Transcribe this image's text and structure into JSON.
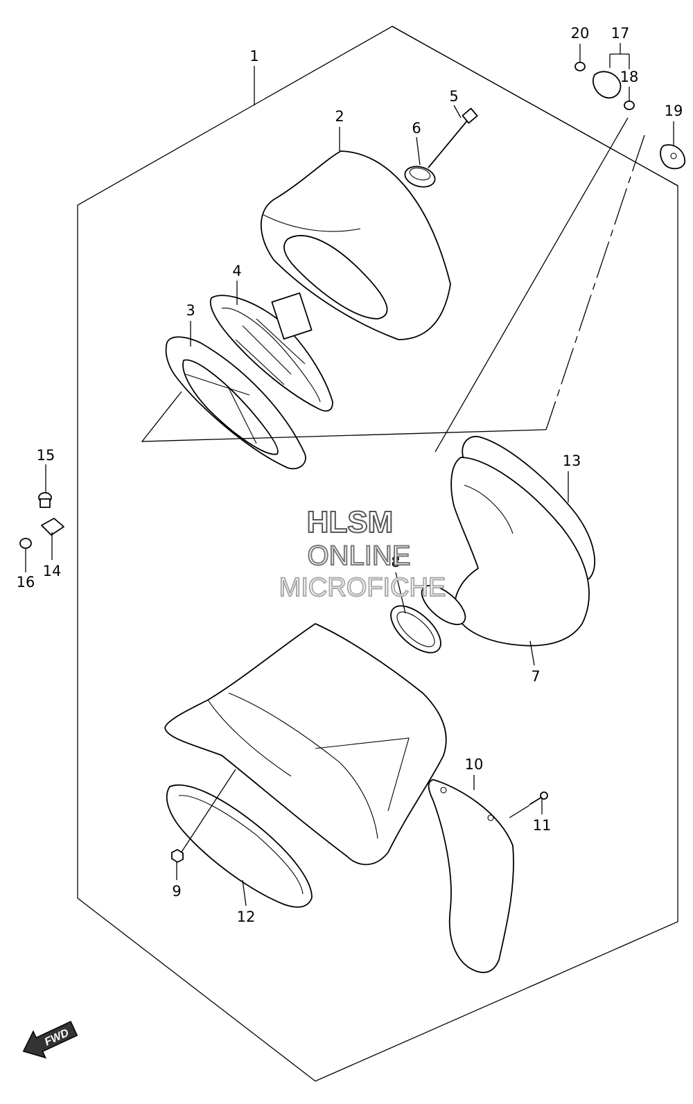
{
  "diagram": {
    "callouts": [
      "1",
      "2",
      "3",
      "4",
      "5",
      "6",
      "7",
      "8",
      "9",
      "10",
      "11",
      "12",
      "13",
      "14",
      "15",
      "16",
      "17",
      "18",
      "19",
      "20"
    ],
    "watermark": {
      "line1": "HLSM",
      "line2": "ONLINE",
      "line3": "MICROFICHE"
    },
    "fwd_label": "FWD",
    "colors": {
      "ink": "#000000",
      "paper": "#ffffff",
      "watermark_outline": "#777777"
    }
  }
}
